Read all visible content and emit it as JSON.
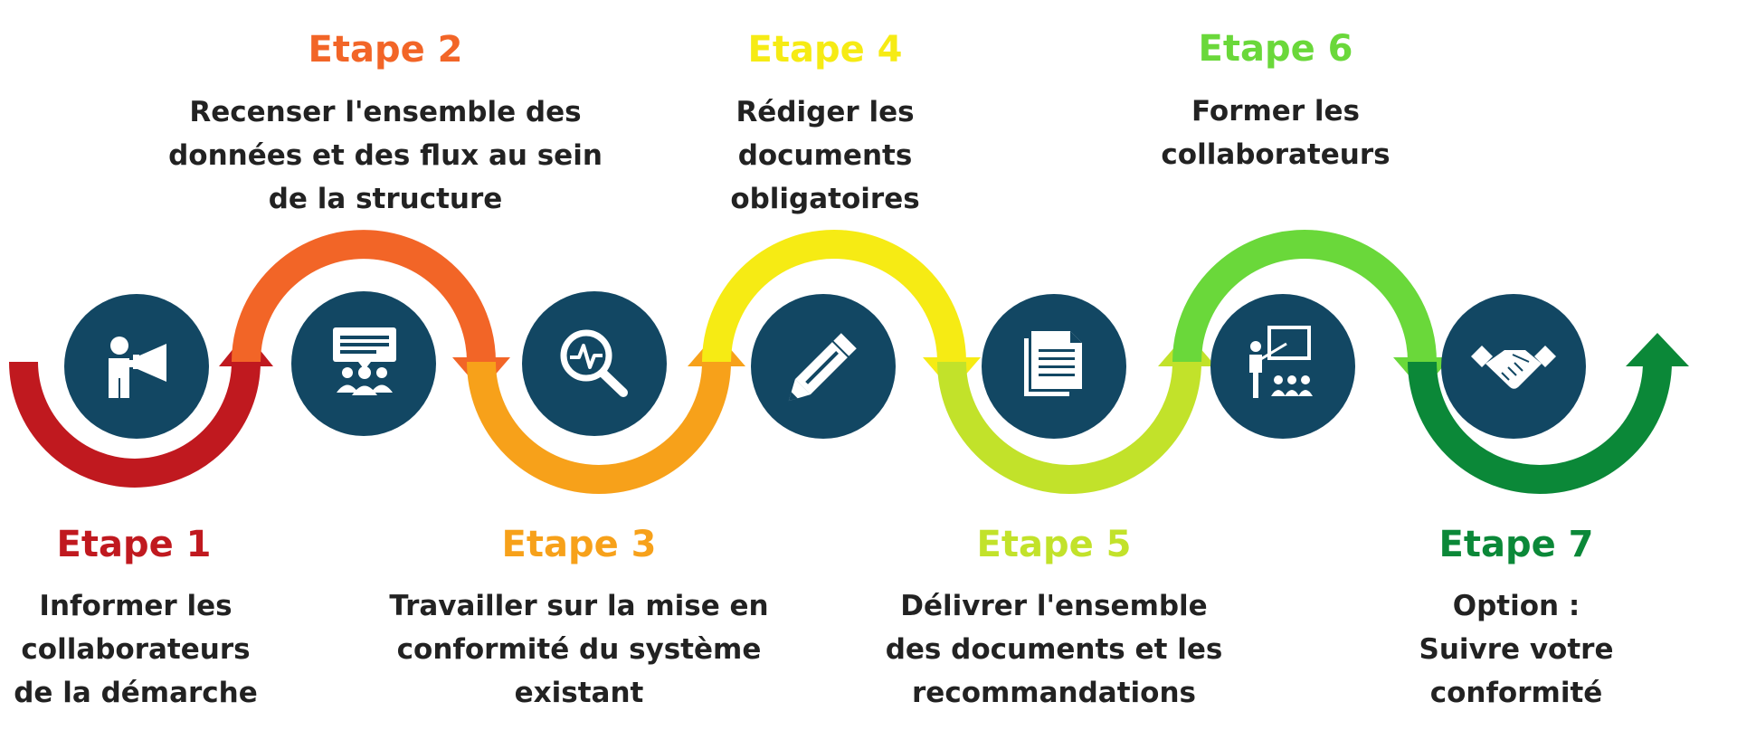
{
  "steps": [
    {
      "title": "Etape 1",
      "description": "Informer les\ncollaborateurs\nde la démarche",
      "color": "#c0191f",
      "icon": "megaphone-person-icon"
    },
    {
      "title": "Etape 2",
      "description": "Recenser l'ensemble des\ndonnées et des flux au sein\nde la structure",
      "color": "#f26527",
      "icon": "team-meeting-icon"
    },
    {
      "title": "Etape 3",
      "description": "Travailler sur la mise en\nconformité du système\nexistant",
      "color": "#f7a11a",
      "icon": "magnifier-analysis-icon"
    },
    {
      "title": "Etape 4",
      "description": "Rédiger les\ndocuments\nobligatoires",
      "color": "#f6eb14",
      "icon": "pencil-icon"
    },
    {
      "title": "Etape 5",
      "description": "Délivrer l'ensemble\ndes documents et les\nrecommandations",
      "color": "#c2e22a",
      "icon": "documents-icon"
    },
    {
      "title": "Etape 6",
      "description": "Former les\ncollaborateurs",
      "color": "#6ad83a",
      "icon": "training-presentation-icon"
    },
    {
      "title": "Etape 7",
      "description": "Option :\nSuivre votre\nconformité",
      "color": "#0b8838",
      "icon": "handshake-icon"
    }
  ],
  "colors": {
    "circle": "#124763",
    "icon": "#ffffff",
    "text": "#222222"
  }
}
